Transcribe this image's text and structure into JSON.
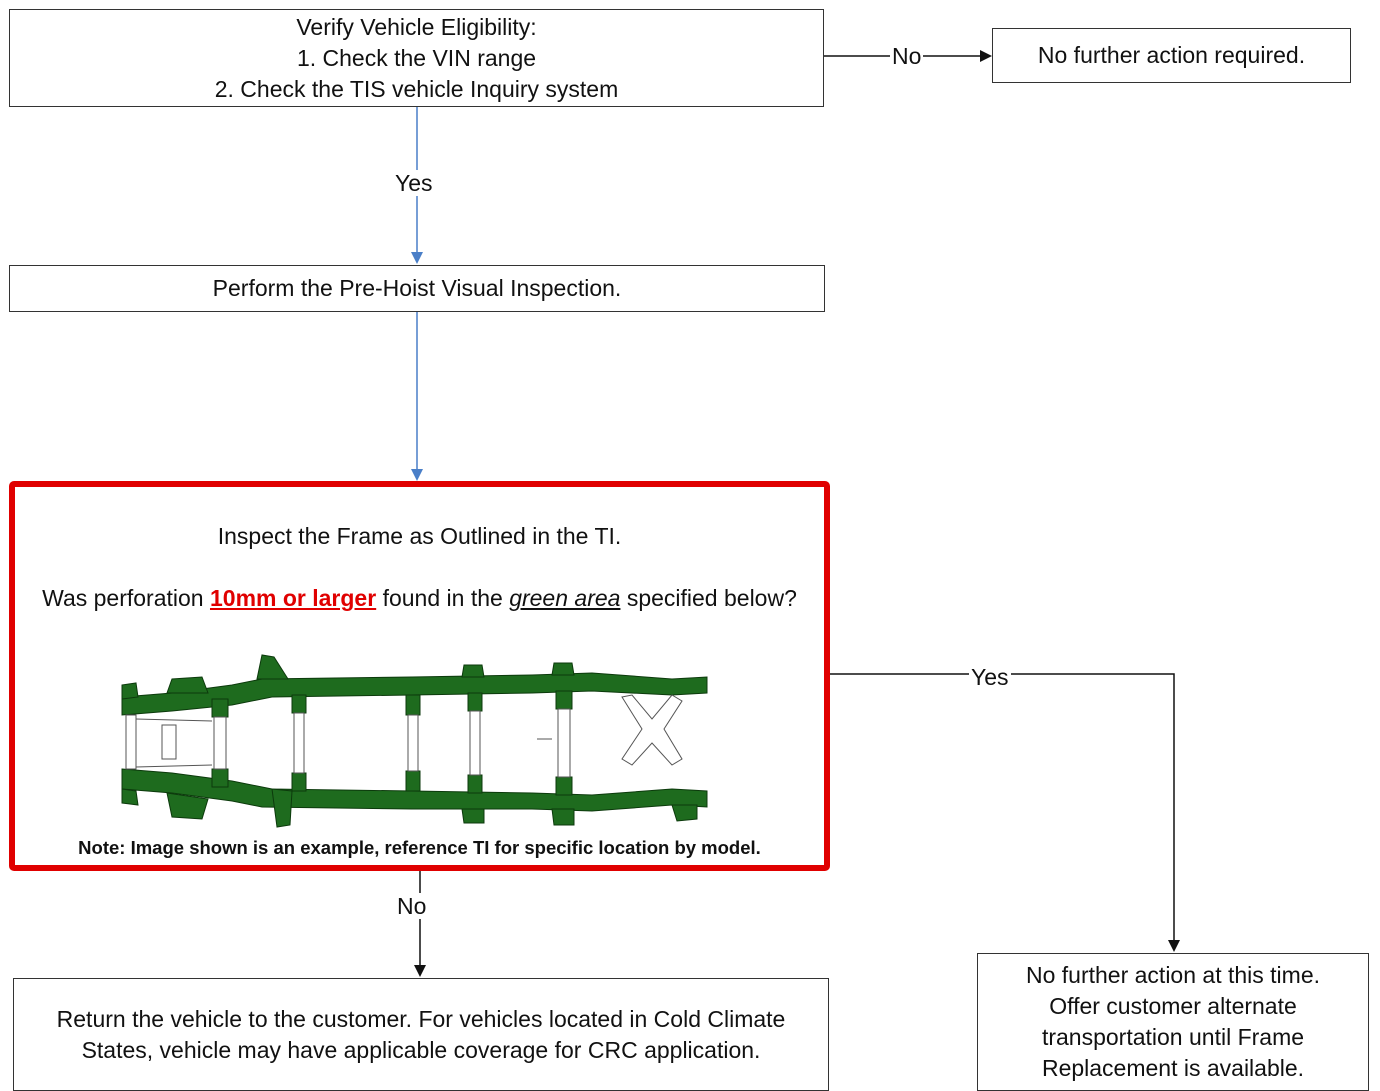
{
  "eligibility": {
    "title": "Verify Vehicle Eligibility:",
    "step1": "1. Check the VIN range",
    "step2": "2. Check the TIS vehicle Inquiry system"
  },
  "no_action": {
    "text": "No further action required."
  },
  "pre_hoist": {
    "text": "Perform the Pre-Hoist Visual Inspection."
  },
  "inspect": {
    "title": "Inspect the Frame as Outlined in the TI.",
    "question_before": "Was perforation ",
    "question_highlight": "10mm or larger",
    "question_mid": " found in the ",
    "question_italic": "green area",
    "question_after": " specified below?",
    "note": "Note: Image shown is an example, reference TI for specific location by model."
  },
  "return_vehicle": {
    "text": "Return the vehicle to the customer.  For vehicles located in Cold Climate States, vehicle may have applicable coverage for CRC application."
  },
  "no_action_time": {
    "text": "No further action at this time. Offer customer alternate transportation until Frame Replacement is available."
  },
  "labels": {
    "no_top": "No",
    "yes_top": "Yes",
    "yes_right": "Yes",
    "no_bottom": "No"
  },
  "colors": {
    "highlight_border": "#e00000",
    "frame_green": "#1e6b1e",
    "arrow_blue": "#4a7fc8"
  },
  "icons": {
    "frame_image": "vehicle-frame-diagram"
  }
}
